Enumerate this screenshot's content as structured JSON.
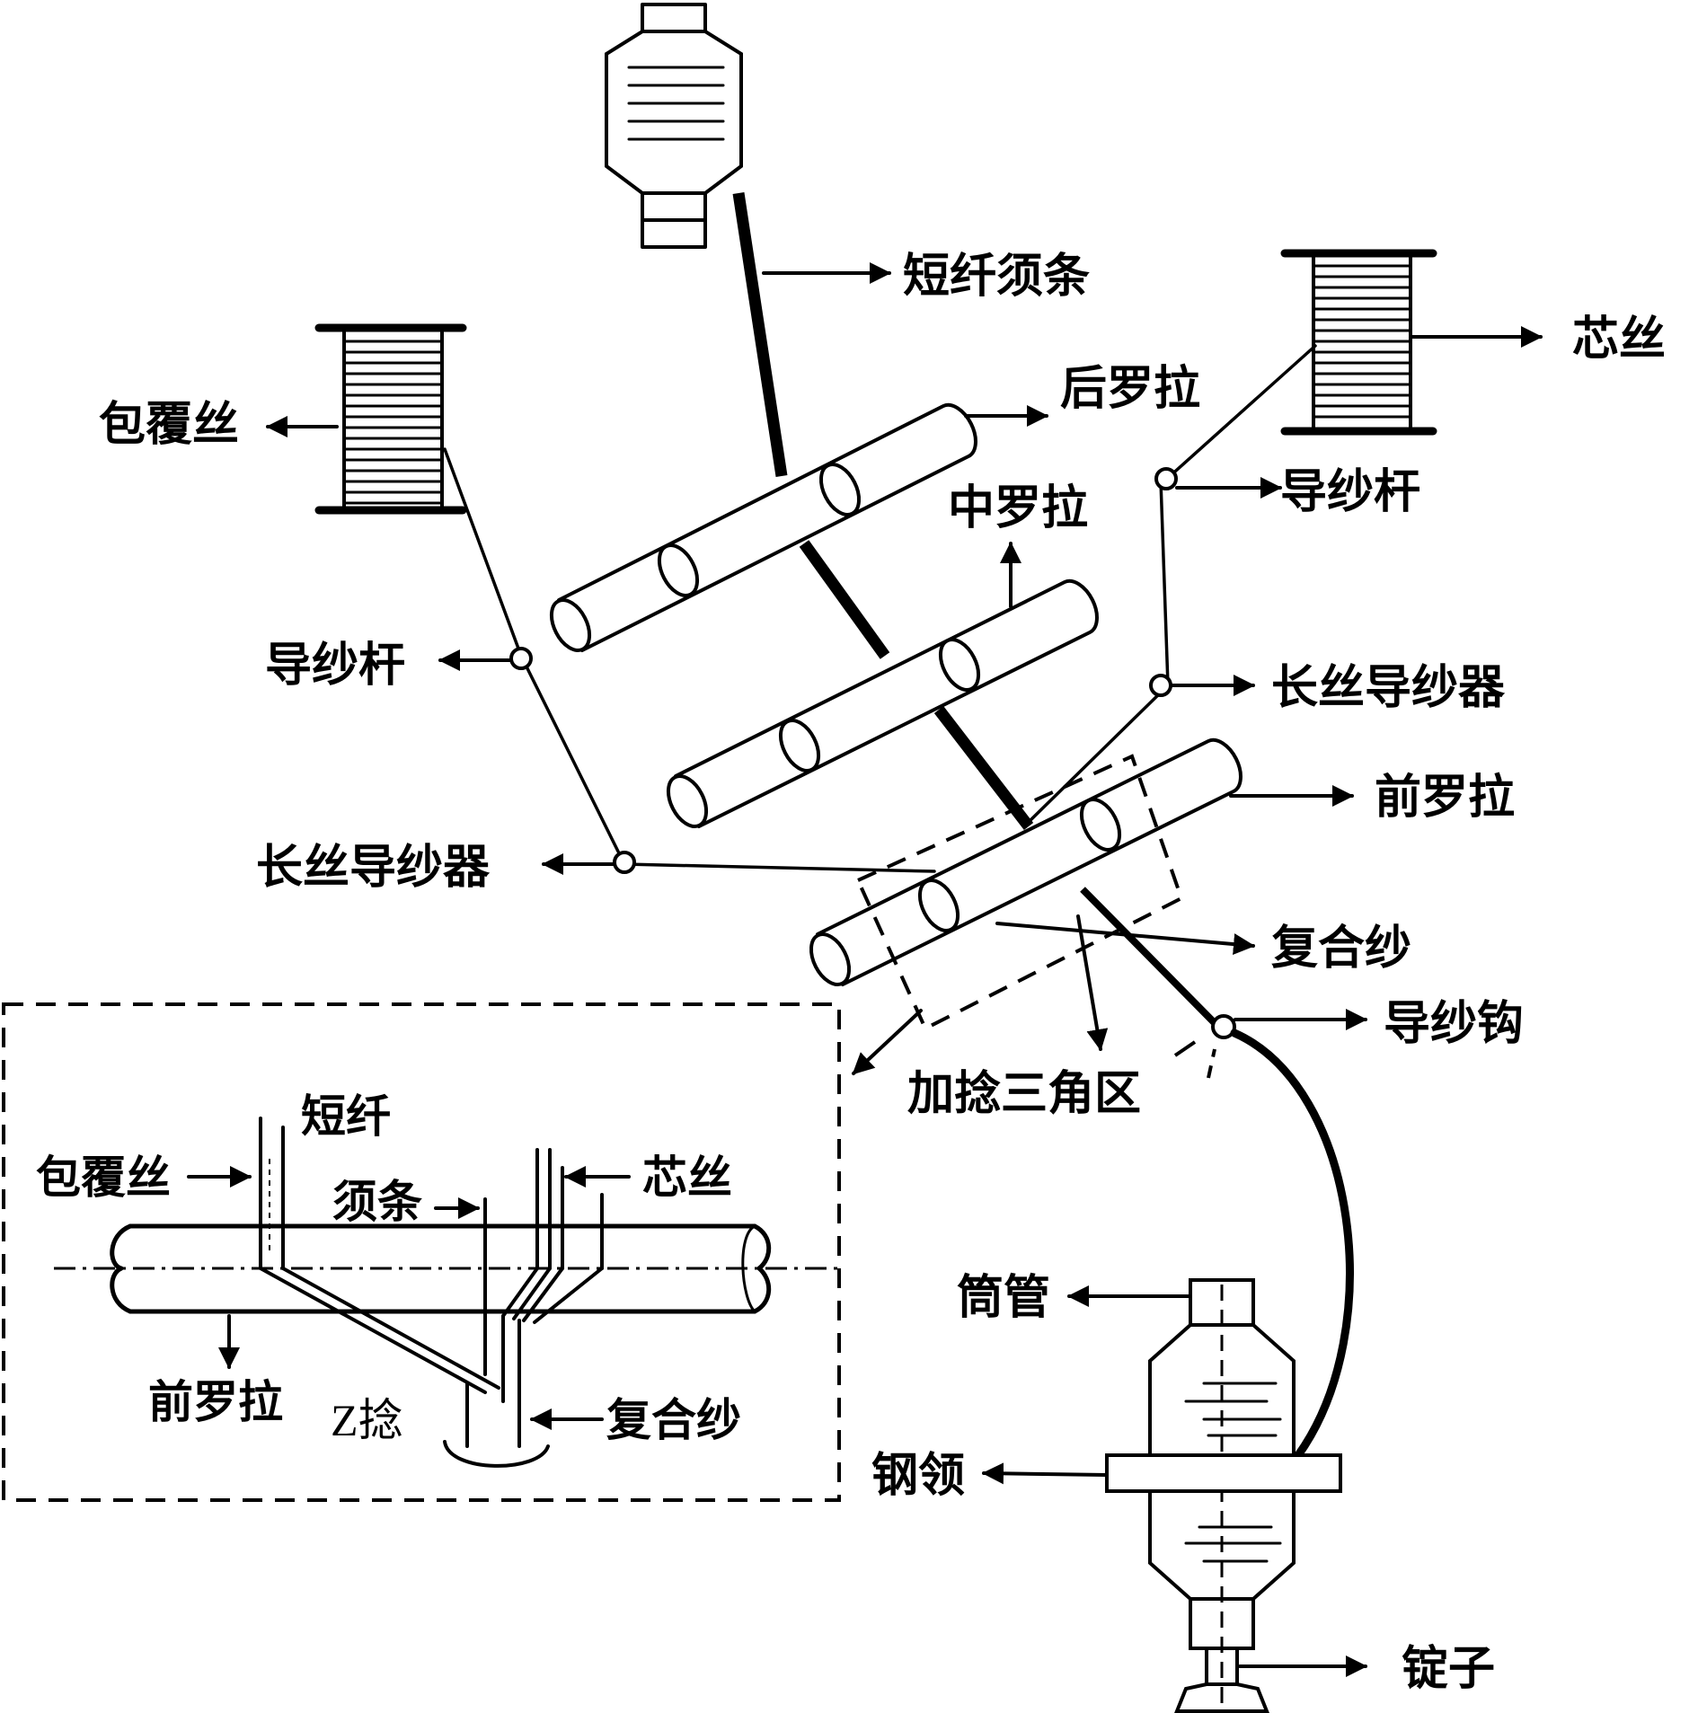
{
  "labels": {
    "sliver": "短纤须条",
    "back_roller": "后罗拉",
    "middle_roller": "中罗拉",
    "front_roller": "前罗拉",
    "core_yarn": "芯丝",
    "wrap_yarn": "包覆丝",
    "guide_rod_right": "导纱杆",
    "guide_rod_left": "导纱杆",
    "filament_guide_right": "长丝导纱器",
    "filament_guide_left": "长丝导纱器",
    "composite_yarn": "复合纱",
    "yarn_hook": "导纱钩",
    "twist_triangle": "加捻三角区",
    "bobbin": "筒管",
    "ring": "钢领",
    "spindle": "锭子"
  },
  "inset": {
    "staple": "短纤",
    "wrap_yarn": "包覆丝",
    "strand": "须条",
    "core_yarn": "芯丝",
    "front_roller": "前罗拉",
    "z_twist": "Z捻",
    "composite_yarn": "复合纱"
  }
}
